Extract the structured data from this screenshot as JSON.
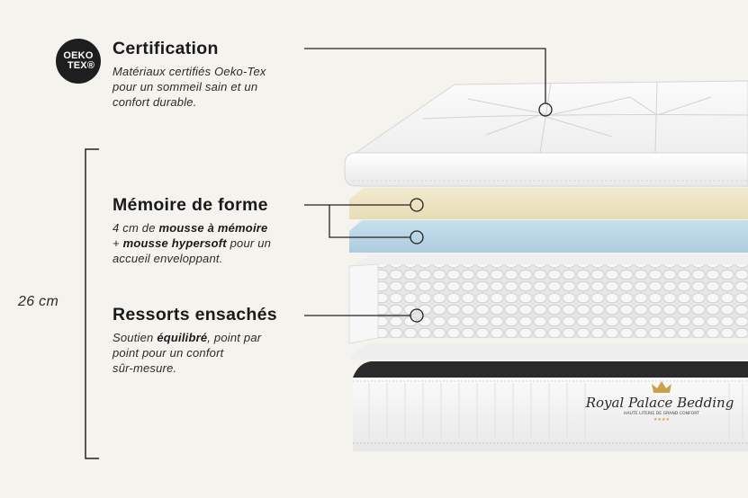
{
  "colors": {
    "background": "#f5f3ee",
    "text": "#1c1c1c",
    "memory_foam": "#efe6c6",
    "hypersoft_foam": "#bcd8e7",
    "base_top": "#2a2a2a",
    "brand_gold": "#c9a24a"
  },
  "icons": {
    "logo": "oeko-tex-logo",
    "brand_crown": "crown-icon"
  },
  "oeko_tex_logo": {
    "line1": "OEKO",
    "line2": "TEX®"
  },
  "certification": {
    "title": "Certification",
    "line1": "Matériaux certifiés Oeko-Tex",
    "line2": "pour un sommeil sain et un",
    "line3": "confort durable."
  },
  "height_label": "26 cm",
  "memory_foam": {
    "title": "Mémoire de forme",
    "line1_plain": "4 cm de ",
    "line1_bold": "mousse à mémoire",
    "line2_plain_a": "+ ",
    "line2_bold": "mousse hypersoft",
    "line2_plain_b": " pour un",
    "line3": "accueil enveloppant."
  },
  "pocket_springs": {
    "title": "Ressorts ensachés",
    "line1_plain_a": "Soutien ",
    "line1_bold": "équilibré",
    "line1_plain_b": ", point par",
    "line2": "point pour un confort",
    "line3": "sûr-mesure."
  },
  "brand": {
    "name": "Royal Palace Bedding",
    "tagline": "HAUTE LITERIE DE GRAND CONFORT",
    "stars": "★★★★"
  }
}
